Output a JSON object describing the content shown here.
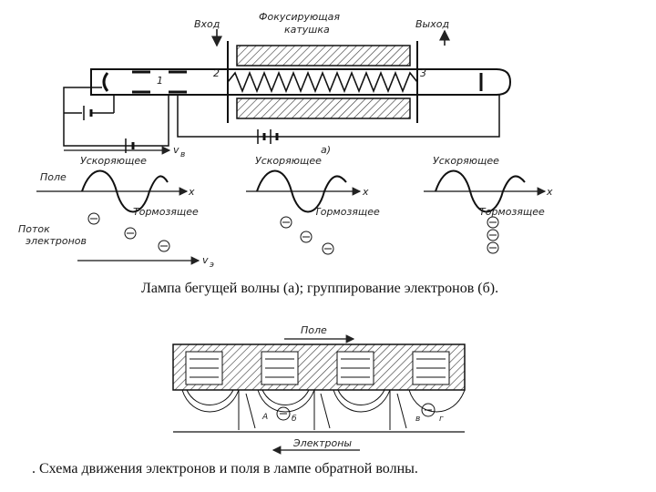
{
  "figure_a": {
    "input_label": "Вход",
    "output_label": "Выход",
    "coil_label_line1": "Фокусирующая",
    "coil_label_line2": "катушка",
    "num_1": "1",
    "num_2": "2",
    "num_3": "3",
    "sub_a": "а)",
    "v_label": "v",
    "v_sub": "в",
    "v2_label": "v",
    "v2_sub": "э",
    "accel_label": "Ускоряющее",
    "decel_label": "Тормозящее",
    "field_label": "Поле",
    "x_label": "x",
    "flow_label_line1": "Поток",
    "flow_label_line2": "электронов",
    "electron_symbol": "−"
  },
  "caption_1": "Лампа бегущей волны (а); группирование электронов (б).",
  "figure_b": {
    "field_label": "Поле",
    "electrons_label": "Электроны",
    "a_label": "А",
    "b_label": "б",
    "b2_label": "в",
    "g_label": "г"
  },
  "caption_2": ". Схема движения электронов и поля в лампе обратной волны."
}
